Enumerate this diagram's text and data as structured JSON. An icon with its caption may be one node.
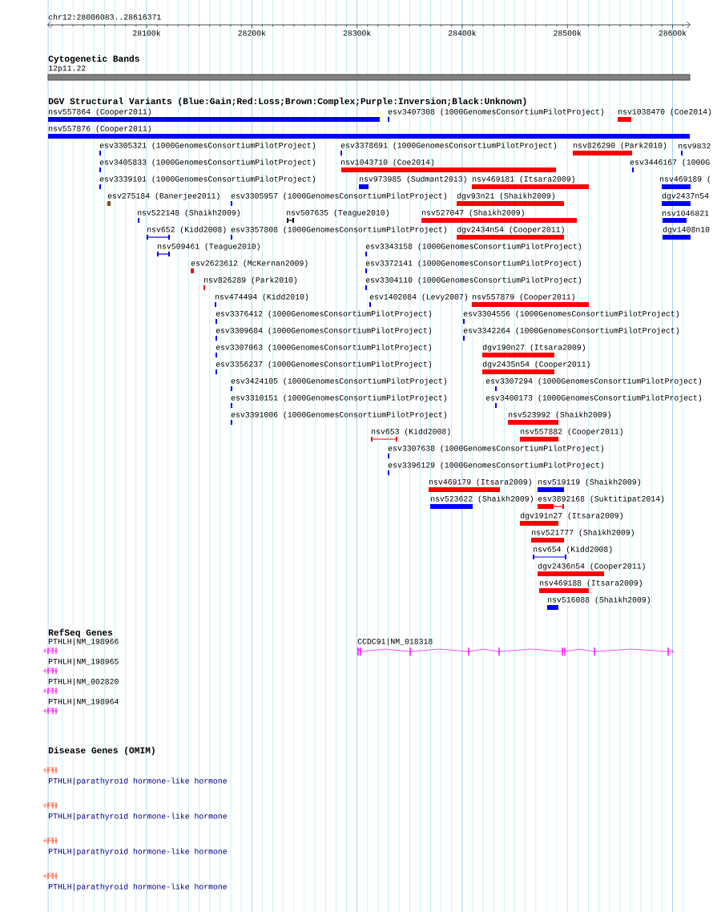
{
  "diagram": {
    "labels": [
      "chr12:28006083..28616371",
      "28100k",
      "28200k",
      "28300k",
      "28400k",
      "28500k",
      "28600k",
      "Cytogenetic Bands",
      "12p11.22",
      "DGV Structural Variants (Blue:Gain;Red:Loss;Brown:Complex;Purple:Inversion;Black:Unknown)",
      "nsv557864 (Cooper2011)",
      "esv3407308 (1000GenomesConsortiumPilotProject)",
      "nsv1038470 (Coe2014)",
      "nsv557876 (Cooper2011)",
      "esv3305321 (1000GenomesConsortiumPilotProject)",
      "esv3378691 (1000GenomesConsortiumPilotProject)",
      "nsv826290 (Park2010)",
      "nsv9832",
      "esv3405833 (1000GenomesConsortiumPilotProject)",
      "nsv1043710 (Coe2014)",
      "esv3446167 (1000G",
      "esv3339101 (1000GenomesConsortiumPilotProject)",
      "nsv973985 (Sudmant2013)",
      "nsv469181 (Itsara2009)",
      "nsv469189 (",
      "esv275184 (Banerjee2011)",
      "esv3305957 (1000GenomesConsortiumPilotProject)",
      "dgv93n21 (Shaikh2009)",
      "dgv2437n54",
      "nsv522148 (Shaikh2009)",
      "nsv507635 (Teague2010)",
      "nsv527047 (Shaikh2009)",
      "nsv1046821",
      "nsv652 (Kidd2008)",
      "esv3357808 (1000GenomesConsortiumPilotProject)",
      "dgv2434n54 (Cooper2011)",
      "dgv1408n10",
      "nsv509461 (Teague2010)",
      "esv3343158 (1000GenomesConsortiumPilotProject)",
      "esv2623612 (McKernan2009)",
      "esv3372141 (1000GenomesConsortiumPilotProject)",
      "nsv826289 (Park2010)",
      "esv3304110 (1000GenomesConsortiumPilotProject)",
      "nsv474494 (Kidd2010)",
      "esv1402084 (Levy2007)",
      "nsv557879 (Cooper2011)",
      "esv3376412 (1000GenomesConsortiumPilotProject)",
      "esv3304556 (1000GenomesConsortiumPilotProject)",
      "esv3309684 (1000GenomesConsortiumPilotProject)",
      "esv3342264 (1000GenomesConsortiumPilotProject)",
      "esv3307063 (1000GenomesConsortiumPilotProject)",
      "dgv190n27 (Itsara2009)",
      "esv3356237 (1000GenomesConsortiumPilotProject)",
      "dgv2435n54 (Cooper2011)",
      "esv3424105 (1000GenomesConsortiumPilotProject)",
      "esv3307294 (1000GenomesConsortiumPilotProject)",
      "esv3310151 (1000GenomesConsortiumPilotProject)",
      "esv3400173 (1000GenomesConsortiumPilotProject)",
      "esv3391006 (1000GenomesConsortiumPilotProject)",
      "nsv523992 (Shaikh2009)",
      "nsv653 (Kidd2008)",
      "nsv557882 (Cooper2011)",
      "esv3307638 (1000GenomesConsortiumPilotProject)",
      "esv3396129 (1000GenomesConsortiumPilotProject)",
      "nsv469179 (Itsara2009)",
      "nsv519119 (Shaikh2009)",
      "nsv523622 (Shaikh2009)",
      "esv3892168 (Suktitipat2014)",
      "dgv191n27 (Itsara2009)",
      "nsv521777 (Shaikh2009)",
      "nsv654 (Kidd2008)",
      "dgv2436n54 (Cooper2011)",
      "nsv469188 (Itsara2009)",
      "nsv516088 (Shaikh2009)",
      "RefSeq Genes",
      "PTHLH|NM_198966",
      "CCDC91|NM_018318",
      "PTHLH|NM_198965",
      "PTHLH|NM_002820",
      "PTHLH|NM_198964",
      "Disease Genes (OMIM)",
      "PTHLH|parathyroid hormone-like hormone",
      "PTHLH|parathyroid hormone-like hormone",
      "PTHLH|parathyroid hormone-like hormone",
      "PTHLH|parathyroid hormone-like hormone"
    ]
  }
}
